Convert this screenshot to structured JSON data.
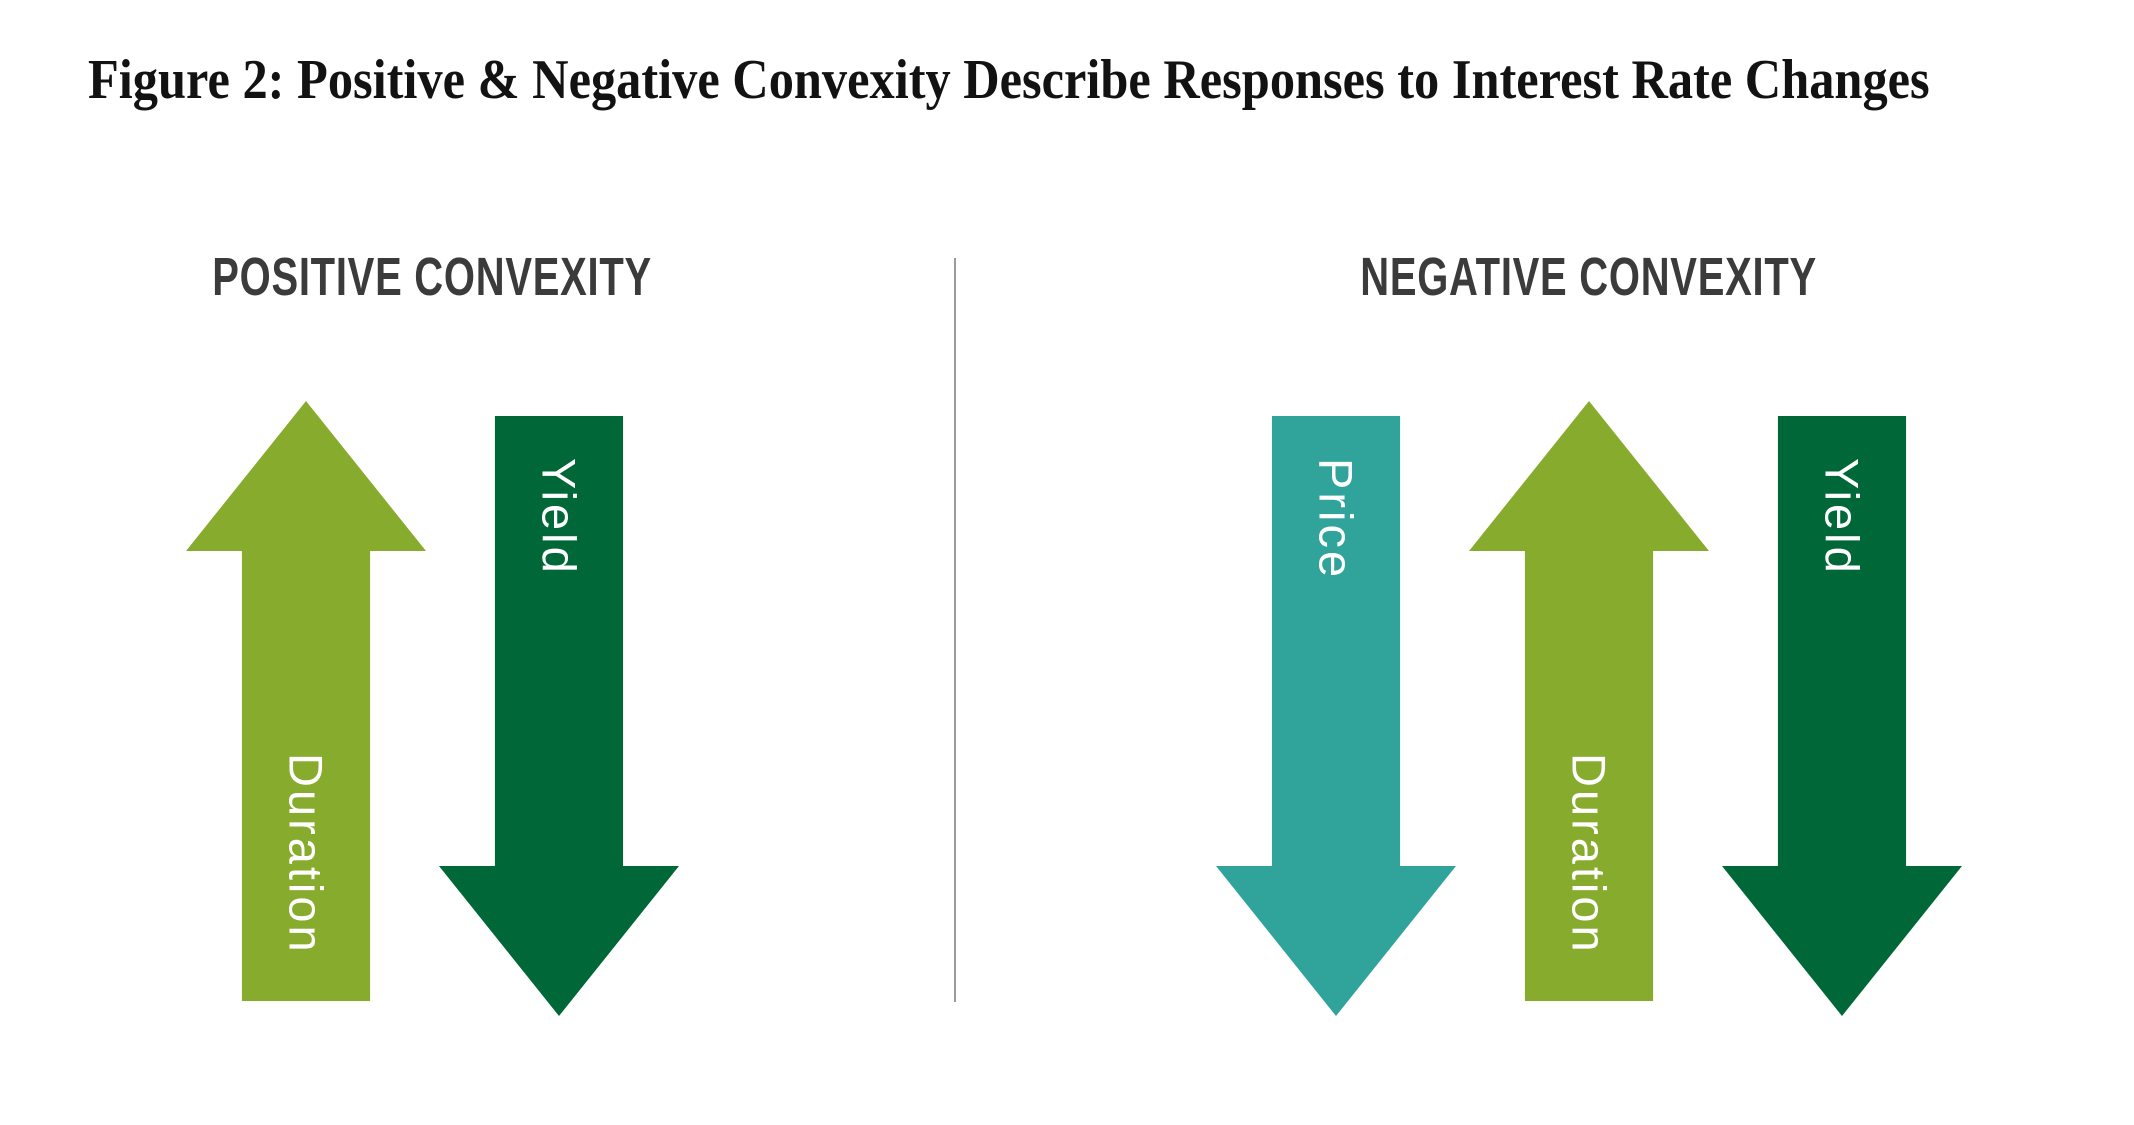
{
  "figure": {
    "title": "Figure 2: Positive & Negative Convexity Describe Responses to Interest Rate Changes"
  },
  "panels": {
    "positive": {
      "heading": "POSITIVE CONVEXITY",
      "arrows": [
        {
          "label": "Duration",
          "direction": "up",
          "color": "#87AB2D"
        },
        {
          "label": "Yield",
          "direction": "down",
          "color": "#006838"
        }
      ]
    },
    "negative": {
      "heading": "NEGATIVE CONVEXITY",
      "arrows": [
        {
          "label": "Price",
          "direction": "down",
          "color": "#30A49A"
        },
        {
          "label": "Duration",
          "direction": "up",
          "color": "#87AB2D"
        },
        {
          "label": "Yield",
          "direction": "down",
          "color": "#006838"
        }
      ]
    }
  },
  "colors": {
    "background": "#FFFFFF",
    "title_text": "#121212",
    "heading_text": "#3B3B3B",
    "label_text": "#FFFFFF",
    "divider": "#9B9B9B",
    "light_green": "#87AB2D",
    "dark_green": "#006838",
    "teal": "#30A49A"
  }
}
